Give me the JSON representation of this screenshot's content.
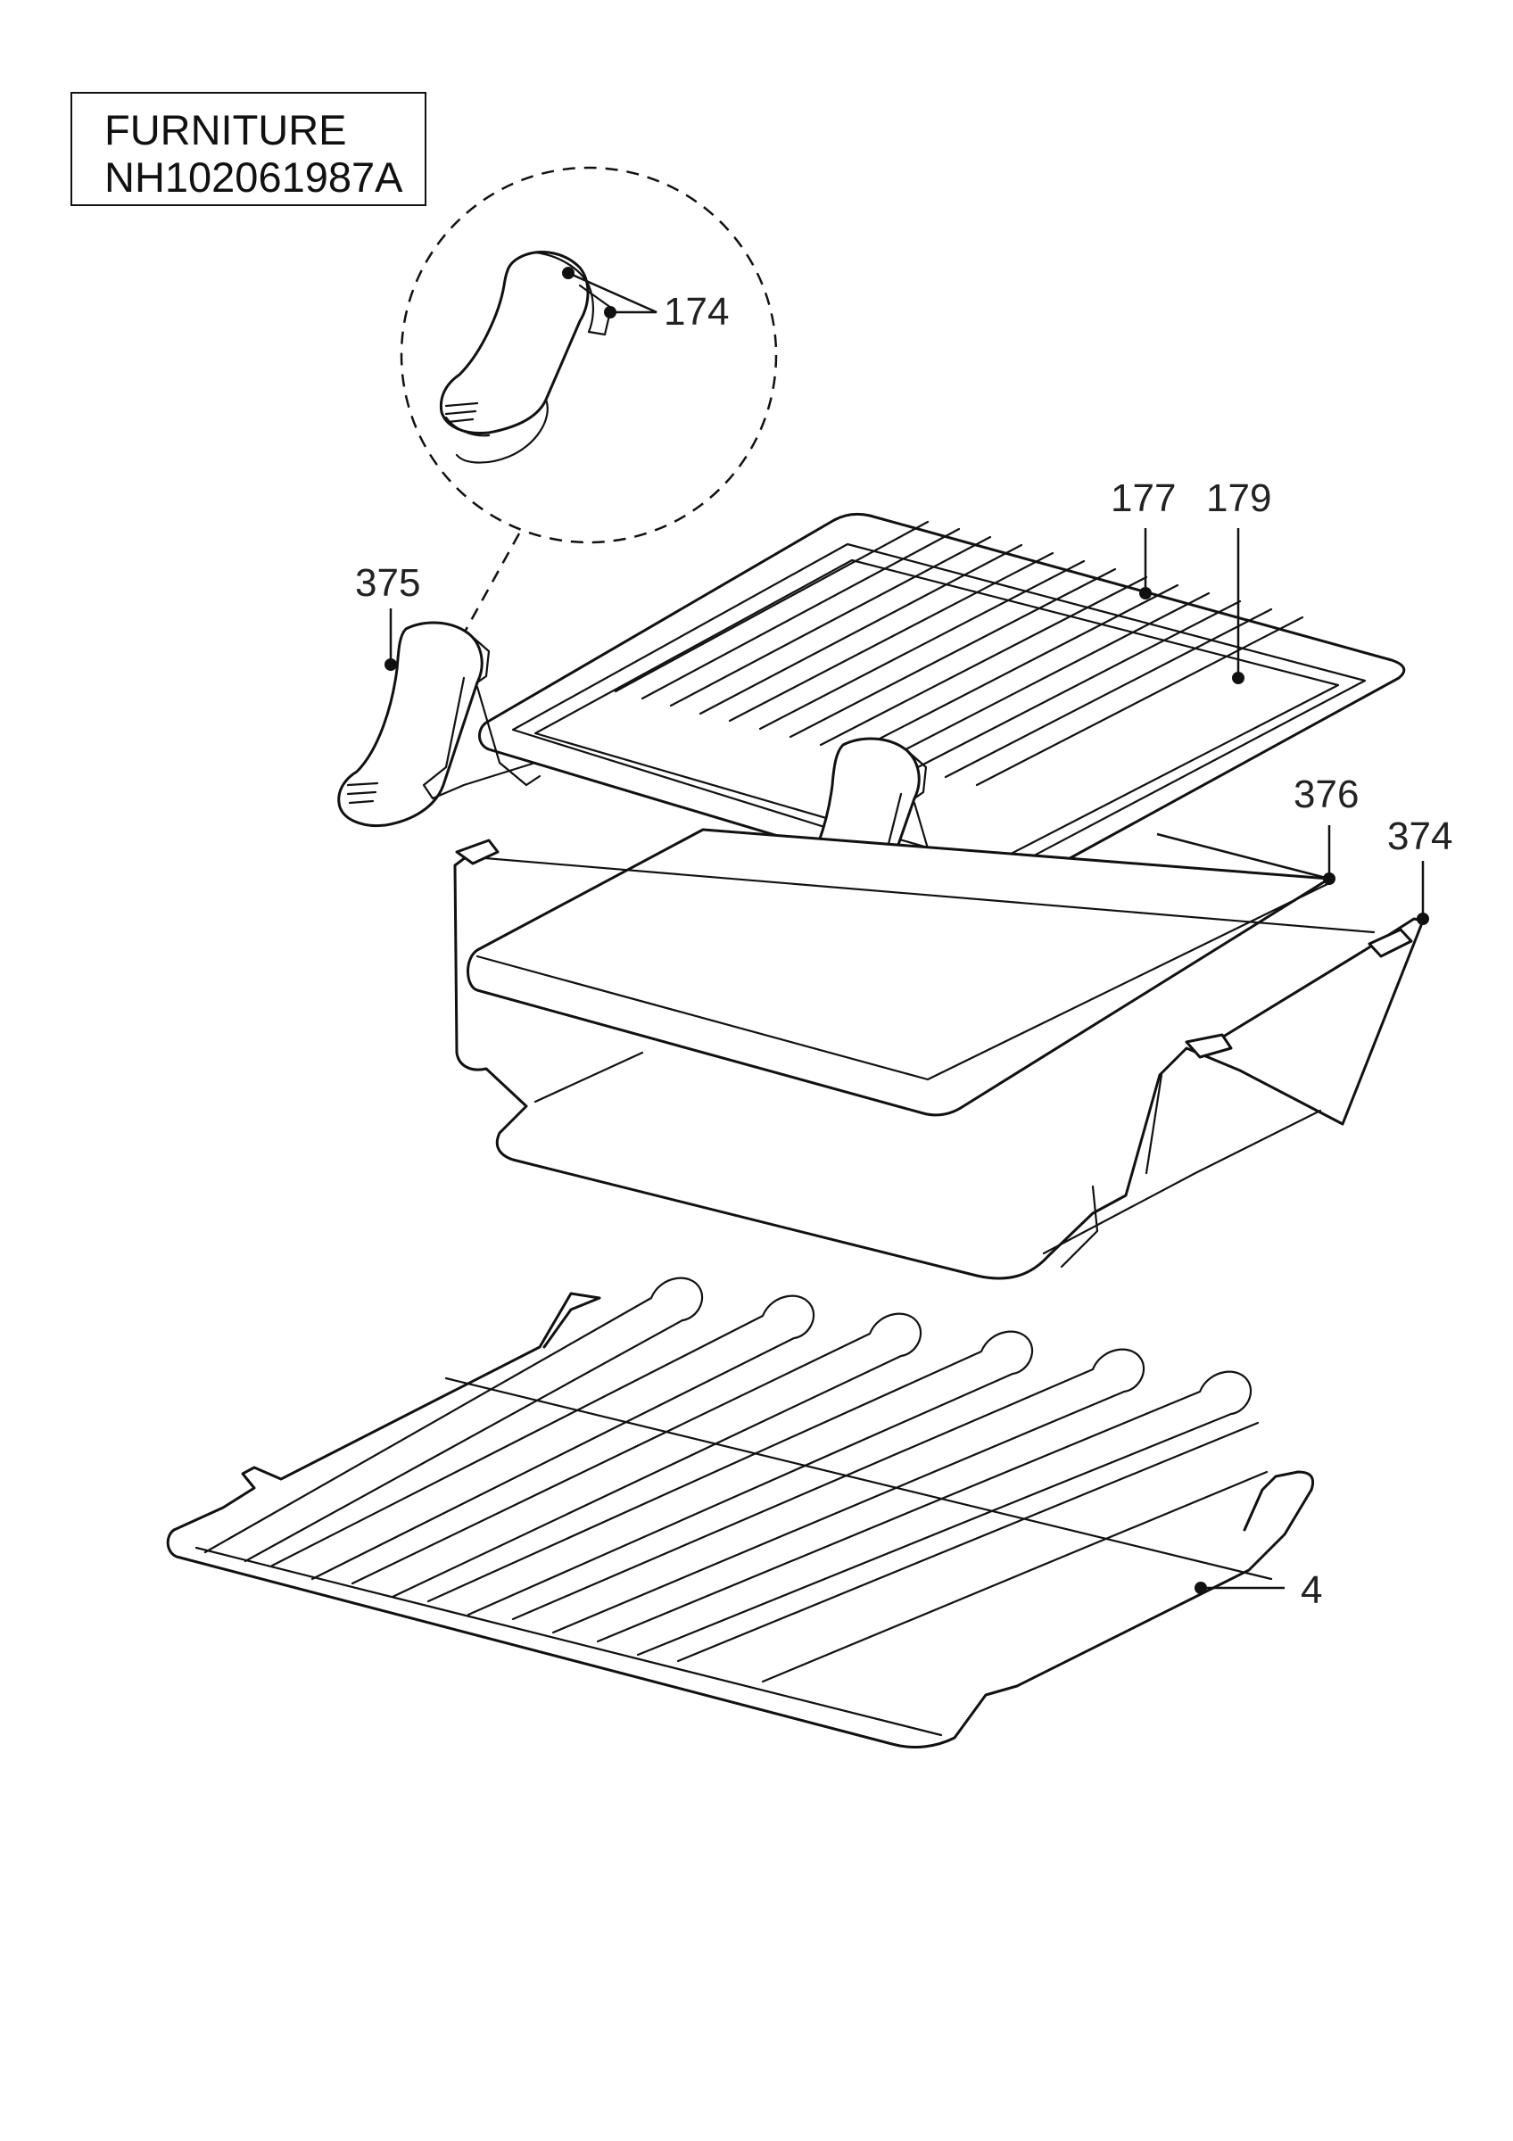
{
  "title": {
    "line1": "FURNITURE",
    "line2": "NH102061987A"
  },
  "parts": [
    {
      "id": "p174",
      "label": "174",
      "description_visible": false
    },
    {
      "id": "p177",
      "label": "177"
    },
    {
      "id": "p179",
      "label": "179"
    },
    {
      "id": "p375",
      "label": "375"
    },
    {
      "id": "p376",
      "label": "376"
    },
    {
      "id": "p374",
      "label": "374"
    },
    {
      "id": "p4",
      "label": "4"
    }
  ],
  "colors": {
    "line": "#111111",
    "background": "#ffffff"
  }
}
